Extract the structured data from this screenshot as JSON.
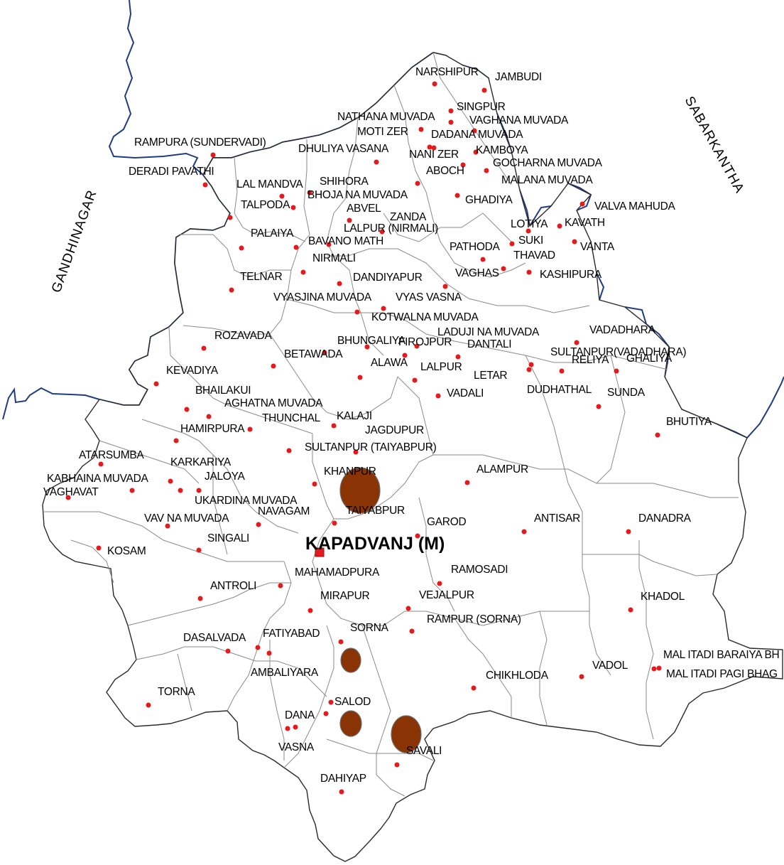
{
  "map": {
    "headquarter": "KAPADVANJ (M)",
    "districts": [
      {
        "id": "gandhinagar",
        "name": "GANDHINAGAR"
      },
      {
        "id": "sabarkantha",
        "name": "SABARKANTHA"
      }
    ],
    "villages": [
      {
        "id": "narshipur",
        "name": "NARSHIPUR"
      },
      {
        "id": "jambudi",
        "name": "JAMBUDI"
      },
      {
        "id": "singpur",
        "name": "SINGPUR"
      },
      {
        "id": "nathana-muvada",
        "name": "NATHANA MUVADA"
      },
      {
        "id": "vaghana-muvada",
        "name": "VAGHANA MUVADA"
      },
      {
        "id": "moti-zer",
        "name": "MOTI ZER"
      },
      {
        "id": "dadana-muvada",
        "name": "DADANA MUVADA"
      },
      {
        "id": "rampura-sundervadi",
        "name": "RAMPURA (SUNDERVADI)"
      },
      {
        "id": "dhuliya-vasana",
        "name": "DHULIYA VASANA"
      },
      {
        "id": "nani-zer",
        "name": "NANI ZER"
      },
      {
        "id": "kamboya",
        "name": "KAMBOYA"
      },
      {
        "id": "deradi-pavathi",
        "name": "DERADI PAVATHI"
      },
      {
        "id": "aboch",
        "name": "ABOCH"
      },
      {
        "id": "gocharna-muvada",
        "name": "GOCHARNA MUVADA"
      },
      {
        "id": "malana-muvada",
        "name": "MALANA MUVADA"
      },
      {
        "id": "lal-mandva",
        "name": "LAL MANDVA"
      },
      {
        "id": "shihora",
        "name": "SHIHORA"
      },
      {
        "id": "bhoja-na-muvada",
        "name": "BHOJA NA MUVADA"
      },
      {
        "id": "ghadiya",
        "name": "GHADIYA"
      },
      {
        "id": "talpoda",
        "name": "TALPODA"
      },
      {
        "id": "abvel",
        "name": "ABVEL"
      },
      {
        "id": "valva-mahuda",
        "name": "VALVA MAHUDA"
      },
      {
        "id": "zanda",
        "name": "ZANDA"
      },
      {
        "id": "lotiya",
        "name": "LOTIYA"
      },
      {
        "id": "kavath",
        "name": "KAVATH"
      },
      {
        "id": "lalpur-nirmali",
        "name": "LALPUR (NIRMALI)"
      },
      {
        "id": "palaiya",
        "name": "PALAIYA"
      },
      {
        "id": "suki",
        "name": "SUKI"
      },
      {
        "id": "bavano-math",
        "name": "BAVANO MATH"
      },
      {
        "id": "pathoda",
        "name": "PATHODA"
      },
      {
        "id": "vanta",
        "name": "VANTA"
      },
      {
        "id": "thavad",
        "name": "THAVAD"
      },
      {
        "id": "nirmali",
        "name": "NIRMALI"
      },
      {
        "id": "vaghas",
        "name": "VAGHAS"
      },
      {
        "id": "kashipura",
        "name": "KASHIPURA"
      },
      {
        "id": "telnar",
        "name": "TELNAR"
      },
      {
        "id": "dandiyapur",
        "name": "DANDIYAPUR"
      },
      {
        "id": "vyasjina-muvada",
        "name": "VYASJINA MUVADA"
      },
      {
        "id": "vyas-vasna",
        "name": "VYAS VASNA"
      },
      {
        "id": "kotwalna-muvada",
        "name": "KOTWALNA MUVADA"
      },
      {
        "id": "vadadhara",
        "name": "VADADHARA"
      },
      {
        "id": "rozavada",
        "name": "ROZAVADA"
      },
      {
        "id": "laduji-na-muvada",
        "name": "LADUJI NA MUVADA"
      },
      {
        "id": "bhungaliya",
        "name": "BHUNGALIYA"
      },
      {
        "id": "firojpur",
        "name": "FIROJPUR"
      },
      {
        "id": "dantali",
        "name": "DANTALI"
      },
      {
        "id": "sultanpur-vadadhara",
        "name": "SULTANPUR(VADADHARA)"
      },
      {
        "id": "betawada",
        "name": "BETAWADA"
      },
      {
        "id": "reliya",
        "name": "RELIYA"
      },
      {
        "id": "ghaliya",
        "name": "GHALIYA"
      },
      {
        "id": "alawa",
        "name": "ALAWA"
      },
      {
        "id": "kevadiya",
        "name": "KEVADIYA"
      },
      {
        "id": "lalpur",
        "name": "LALPUR"
      },
      {
        "id": "letar",
        "name": "LETAR"
      },
      {
        "id": "bhailakui",
        "name": "BHAILAKUI"
      },
      {
        "id": "dudhathal",
        "name": "DUDHATHAL"
      },
      {
        "id": "vadali",
        "name": "VADALI"
      },
      {
        "id": "sunda",
        "name": "SUNDA"
      },
      {
        "id": "aghatna-muvada",
        "name": "AGHATNA MUVADA"
      },
      {
        "id": "thunchal",
        "name": "THUNCHAL"
      },
      {
        "id": "kalaji",
        "name": "KALAJI"
      },
      {
        "id": "bhutiya",
        "name": "BHUTIYA"
      },
      {
        "id": "hamirpura",
        "name": "HAMIRPURA"
      },
      {
        "id": "jagdupur",
        "name": "JAGDUPUR"
      },
      {
        "id": "sultanpur-taiyabpur",
        "name": "SULTANPUR (TAIYABPUR)"
      },
      {
        "id": "atarsumba",
        "name": "ATARSUMBA"
      },
      {
        "id": "karkariya",
        "name": "KARKARIYA"
      },
      {
        "id": "khanpur",
        "name": "KHANPUR"
      },
      {
        "id": "alampur",
        "name": "ALAMPUR"
      },
      {
        "id": "kabhaina-muvada",
        "name": "KABHAINA MUVADA"
      },
      {
        "id": "jaloya",
        "name": "JALOYA"
      },
      {
        "id": "vaghavat",
        "name": "VAGHAVAT"
      },
      {
        "id": "ukardina-muvada",
        "name": "UKARDINA MUVADA"
      },
      {
        "id": "navagam",
        "name": "NAVAGAM"
      },
      {
        "id": "taiyabpur",
        "name": "TAIYABPUR"
      },
      {
        "id": "antisar",
        "name": "ANTISAR"
      },
      {
        "id": "danadra",
        "name": "DANADRA"
      },
      {
        "id": "vav-na-muvada",
        "name": "VAV NA MUVADA"
      },
      {
        "id": "garod",
        "name": "GAROD"
      },
      {
        "id": "singali",
        "name": "SINGALI"
      },
      {
        "id": "kosam",
        "name": "KOSAM"
      },
      {
        "id": "mahamadpura",
        "name": "MAHAMADPURA"
      },
      {
        "id": "ramosadi",
        "name": "RAMOSADI"
      },
      {
        "id": "antroli",
        "name": "ANTROLI"
      },
      {
        "id": "mirapur",
        "name": "MIRAPUR"
      },
      {
        "id": "vejalpur",
        "name": "VEJALPUR"
      },
      {
        "id": "khadol",
        "name": "KHADOL"
      },
      {
        "id": "rampur-sorna",
        "name": "RAMPUR (SORNA)"
      },
      {
        "id": "sorna",
        "name": "SORNA"
      },
      {
        "id": "dasalvada",
        "name": "DASALVADA"
      },
      {
        "id": "fatiyabad",
        "name": "FATIYABAD"
      },
      {
        "id": "mal-itadi-baraiya",
        "name": "MAL ITADI BARAIYA BH"
      },
      {
        "id": "ambaliyara",
        "name": "AMBALIYARA"
      },
      {
        "id": "vadol",
        "name": "VADOL"
      },
      {
        "id": "chikhloda",
        "name": "CHIKHLODA"
      },
      {
        "id": "mal-itadi-pagi",
        "name": "MAL ITADI  PAGI  BHAG"
      },
      {
        "id": "torna",
        "name": "TORNA"
      },
      {
        "id": "salod",
        "name": "SALOD"
      },
      {
        "id": "dana",
        "name": "DANA"
      },
      {
        "id": "vasna",
        "name": "VASNA"
      },
      {
        "id": "savali",
        "name": "SAVALI"
      },
      {
        "id": "dahiyap",
        "name": "DAHIYAP"
      }
    ],
    "colors": {
      "district_border": "#1f3c80",
      "taluka_border": "#2a2a2a",
      "village_border": "#8a8a8a",
      "village_dot": "#e8191b",
      "bubble_fill": "#8a3405",
      "headquarter_marker": "#e8191b"
    }
  }
}
